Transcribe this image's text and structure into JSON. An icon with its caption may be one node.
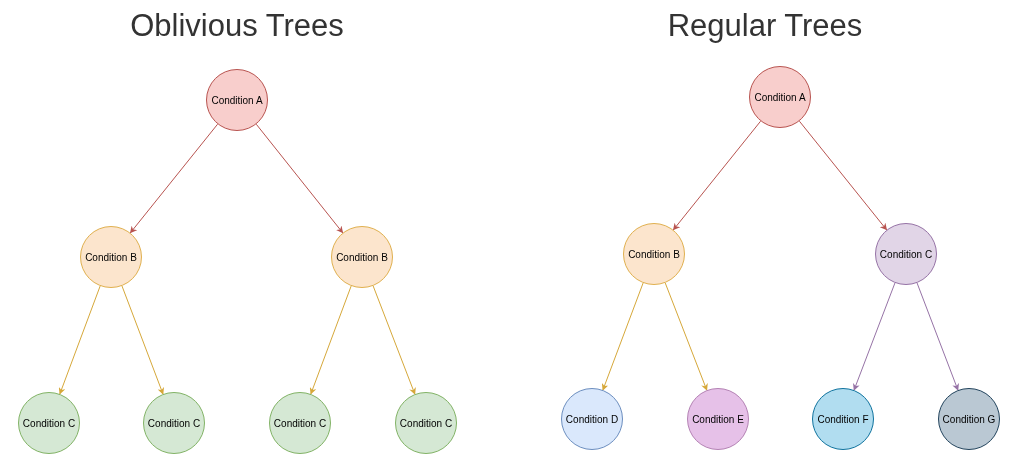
{
  "diagram": {
    "nodes": [
      {
        "text": [
          "Condition A"
        ]
      },
      {
        "text": [
          "Condition B"
        ]
      },
      {
        "text": [
          "Condition B"
        ]
      },
      {
        "text": [
          "Condition C"
        ]
      },
      {
        "text": [
          "Condition C"
        ]
      },
      {
        "text": [
          "Condition C"
        ]
      },
      {
        "text": [
          "Condition C"
        ]
      },
      {
        "text": [
          "Condition A"
        ]
      },
      {
        "text": [
          "Condition B"
        ]
      },
      {
        "text": [
          "Condition C"
        ]
      },
      {
        "text": [
          "Condition D"
        ]
      },
      {
        "text": [
          "Condition E"
        ]
      },
      {
        "text": [
          "Condition F"
        ]
      },
      {
        "text": [
          "Condition G"
        ]
      }
    ],
    "edges": [
      {
        "from": 0,
        "to": 1,
        "arrow": "to",
        "color": "#b85450"
      },
      {
        "from": 0,
        "to": 2,
        "arrow": "to",
        "color": "#b85450"
      },
      {
        "from": 1,
        "to": 3,
        "arrow": "to"
      },
      {
        "from": 1,
        "to": 4,
        "arrow": "to"
      },
      {
        "from": 2,
        "to": 5,
        "arrow": "to"
      },
      {
        "from": 2,
        "to": 6,
        "arrow": "to"
      },
      {
        "from": 7,
        "to": 8,
        "arrow": "to",
        "color": "#b85450"
      },
      {
        "from": 7,
        "to": 9,
        "arrow": "to",
        "color": "#b85450"
      },
      {
        "from": 8,
        "to": 10,
        "arrow": "to"
      },
      {
        "from": 8,
        "to": 11,
        "arrow": "to"
      },
      {
        "from": 9,
        "to": 12,
        "arrow": "to",
        "color": "#9673a6"
      },
      {
        "from": 9,
        "to": 13,
        "arrow": "to",
        "color": "#9673a6"
      }
    ],
    "labels": [
      "Oblivious Trees",
      "Regular Trees"
    ]
  }
}
